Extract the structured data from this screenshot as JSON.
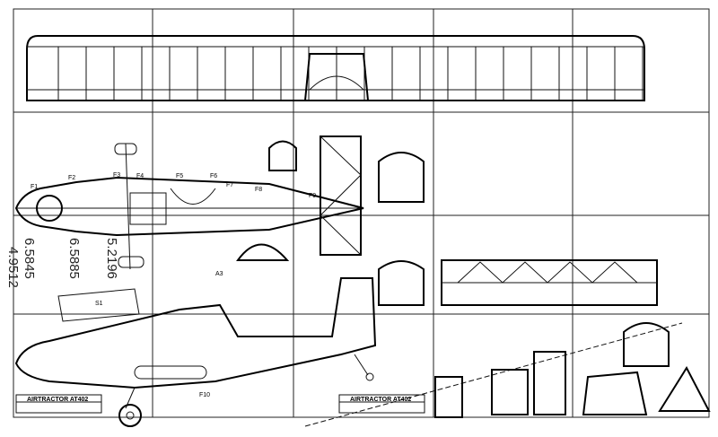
{
  "drawing": {
    "title_blocks": [
      "AIRTRACTOR AT402",
      "AIRTRACTOR AT402"
    ],
    "dimensions": [
      "6.5845",
      "6.5885",
      "5.2196",
      "4.9512"
    ],
    "former_labels": [
      "F1",
      "F2",
      "F3",
      "F4",
      "F5",
      "F6",
      "F7",
      "F8",
      "F9"
    ],
    "part_labels": {
      "s1": "S1",
      "a3": "A3",
      "f10": "F10"
    }
  }
}
